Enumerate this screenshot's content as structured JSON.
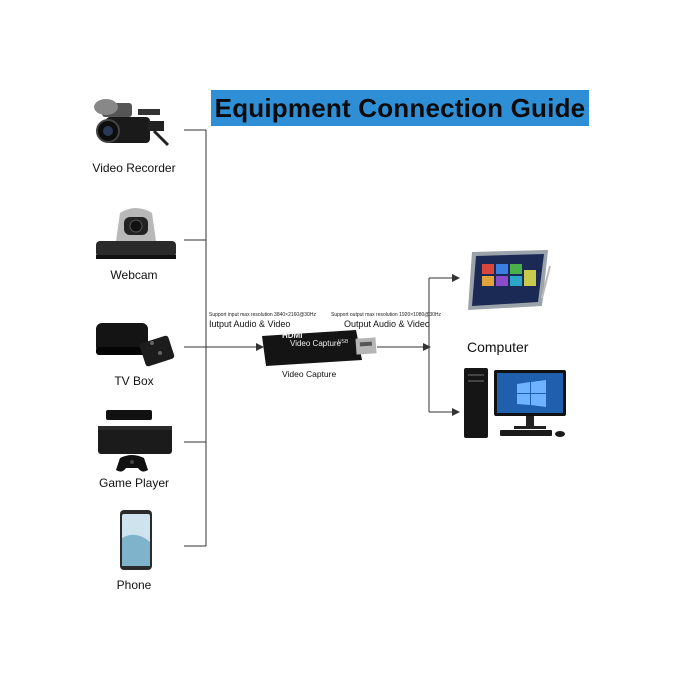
{
  "title": "Equipment Connection Guide",
  "sources": [
    {
      "label": "Video Recorder",
      "icon": "video-recorder-icon"
    },
    {
      "label": "Webcam",
      "icon": "webcam-icon"
    },
    {
      "label": "TV Box",
      "icon": "tv-box-icon"
    },
    {
      "label": "Game Player",
      "icon": "game-console-icon"
    },
    {
      "label": "Phone",
      "icon": "phone-icon"
    }
  ],
  "input_note": "Support input max resolution 3840×2160@30Hz",
  "input_label": "Iutput Audio & Video",
  "output_note": "Support output max resolution 1920×1080@30Hz",
  "output_label": "Output Audio & Video",
  "capture_device": {
    "brand": "HDMI",
    "name": "Video Capture",
    "caption": "Video Capture",
    "port_text": "USB"
  },
  "computer_label": "Computer",
  "colors": {
    "banner": "#2f8fd6",
    "line": "#333333",
    "device": "#111111"
  }
}
